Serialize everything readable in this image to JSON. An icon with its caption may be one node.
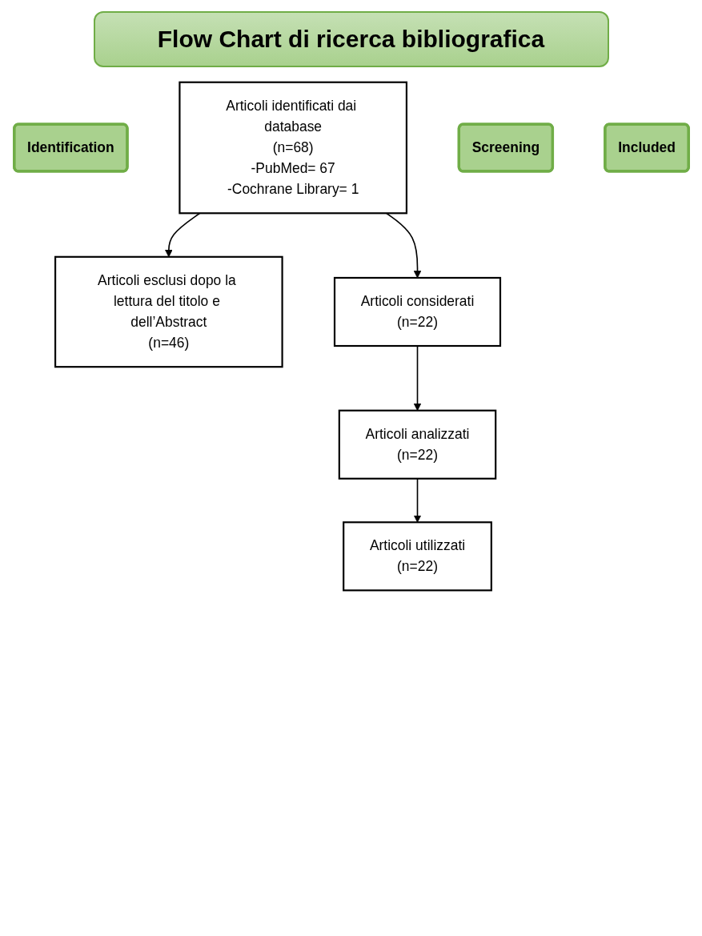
{
  "diagram": {
    "title": "Flow Chart di ricerca bibliografica",
    "nodes": [
      {
        "text": [
          "Identification"
        ]
      },
      {
        "text": [
          "Articoli identificati dai database",
          "(n=68)",
          "-PubMed= 67",
          "-Cochrane Library= 1"
        ]
      },
      {
        "text": [
          "Articoli esclusi dopo la lettura del titolo e dell’Abstract",
          "(n=46)"
        ]
      },
      {
        "text": [
          "Screening"
        ]
      },
      {
        "text": [
          "Articoli considerati",
          "(n=22)"
        ]
      },
      {
        "text": [
          "Articoli analizzati",
          "(n=22)"
        ]
      },
      {
        "text": [
          "Included"
        ]
      },
      {
        "text": [
          "Articoli utilizzati",
          "(n=22)"
        ]
      }
    ],
    "edges": [
      {
        "from": 1,
        "to": 2,
        "arrow": "to"
      },
      {
        "from": 1,
        "to": 4,
        "arrow": "to"
      },
      {
        "from": 4,
        "to": 5,
        "arrow": "to"
      },
      {
        "from": 5,
        "to": 7,
        "arrow": "to"
      }
    ]
  }
}
